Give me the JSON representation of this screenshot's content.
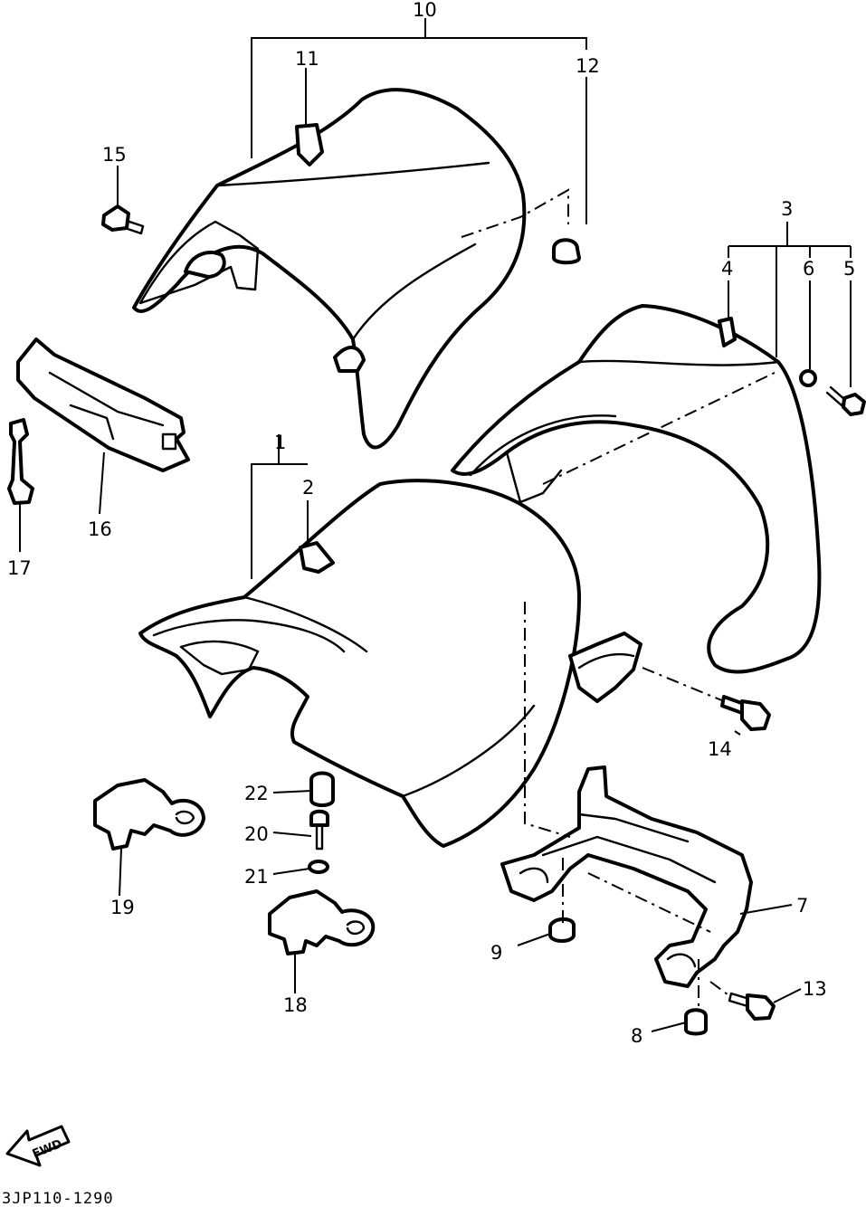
{
  "callouts": [
    {
      "id": "c1",
      "label": "1"
    },
    {
      "id": "c2",
      "label": "2"
    },
    {
      "id": "c3",
      "label": "3"
    },
    {
      "id": "c4",
      "label": "4"
    },
    {
      "id": "c5",
      "label": "5"
    },
    {
      "id": "c6",
      "label": "6"
    },
    {
      "id": "c7",
      "label": "7"
    },
    {
      "id": "c8",
      "label": "8"
    },
    {
      "id": "c9",
      "label": "9"
    },
    {
      "id": "c10",
      "label": "10"
    },
    {
      "id": "c11",
      "label": "11"
    },
    {
      "id": "c12",
      "label": "12"
    },
    {
      "id": "c13",
      "label": "13"
    },
    {
      "id": "c14",
      "label": "14"
    },
    {
      "id": "c15",
      "label": "15"
    },
    {
      "id": "c16",
      "label": "16"
    },
    {
      "id": "c17",
      "label": "17"
    },
    {
      "id": "c18",
      "label": "18"
    },
    {
      "id": "c19",
      "label": "19"
    },
    {
      "id": "c20",
      "label": "20"
    },
    {
      "id": "c21",
      "label": "21"
    },
    {
      "id": "c22",
      "label": "22"
    }
  ],
  "direction_arrow": {
    "label": "FWD"
  },
  "figure_code": "3JP110-1290"
}
